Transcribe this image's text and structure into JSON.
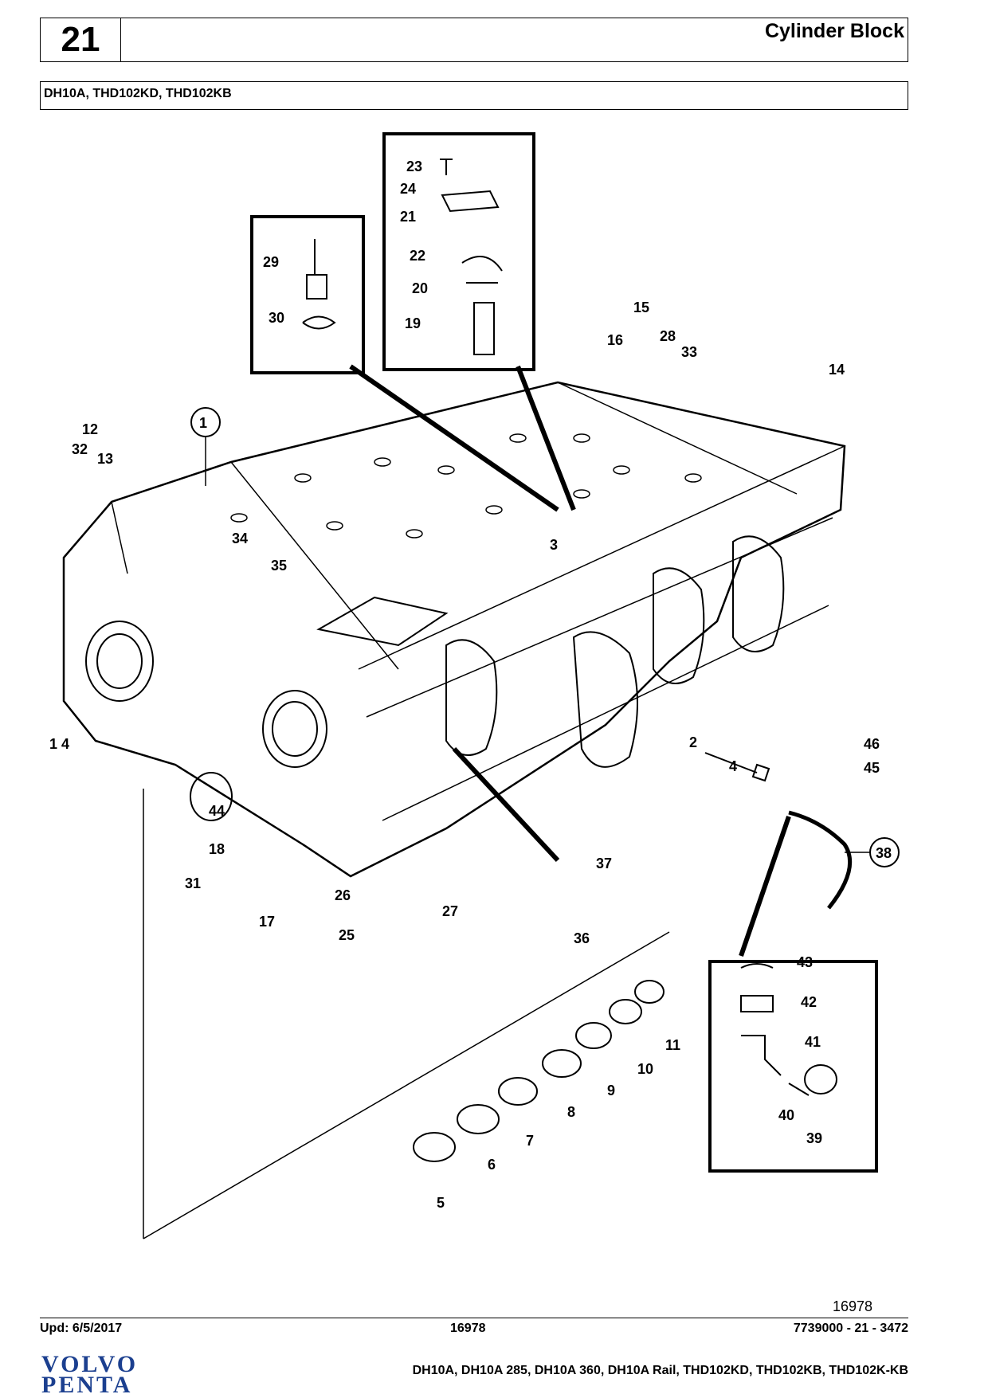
{
  "header": {
    "section_number": "21",
    "title": "Cylinder Block",
    "models_line": "DH10A, THD102KD, THD102KB"
  },
  "diagram": {
    "figure_number": "16978",
    "callouts": [
      "1",
      "2",
      "3",
      "4",
      "5",
      "6",
      "7",
      "8",
      "9",
      "10",
      "11",
      "12",
      "13",
      "14",
      "1 4",
      "15",
      "16",
      "17",
      "18",
      "19",
      "20",
      "21",
      "22",
      "23",
      "24",
      "25",
      "26",
      "27",
      "28",
      "29",
      "30",
      "31",
      "32",
      "33",
      "34",
      "35",
      "36",
      "37",
      "38",
      "39",
      "40",
      "41",
      "42",
      "43",
      "44",
      "45",
      "46"
    ]
  },
  "footer": {
    "updated": "Upd: 6/5/2017",
    "center_code": "16978",
    "reference": "7739000 - 21 - 3472",
    "brand_line1": "VOLVO",
    "brand_line2": "PENTA",
    "models_full": "DH10A, DH10A 285, DH10A 360, DH10A Rail, THD102KD, THD102KB, THD102K-KB"
  },
  "colors": {
    "brand": "#1b3f8f",
    "ink": "#000000"
  }
}
